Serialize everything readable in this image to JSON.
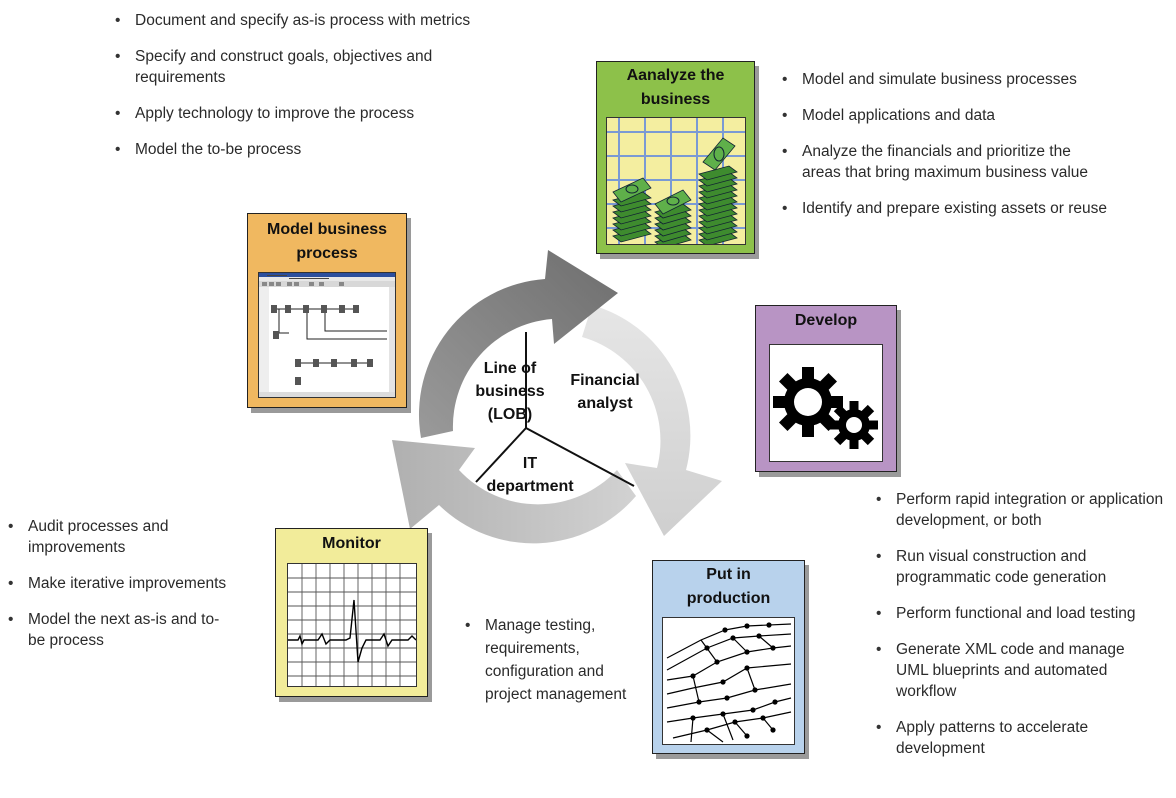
{
  "stages": {
    "analyze": {
      "title_line1": "Aanalyze the",
      "title_line2": "business",
      "bullets": [
        "Model and simulate business processes",
        "Model applications and data",
        "Analyze the financials and prioritize the areas that bring maximum business value",
        "Identify and prepare existing assets or reuse"
      ],
      "color": "#8dc14a"
    },
    "model": {
      "title_line1": "Model business",
      "title_line2": "process",
      "bullets": [
        "Document and specify as-is process with metrics",
        "Specify and construct goals, objectives and requirements",
        "Apply technology to improve the process",
        "Model the to-be process"
      ],
      "color": "#f0b860"
    },
    "develop": {
      "title": "Develop",
      "bullets": [
        "Perform rapid integration or application development, or both",
        "Run visual construction and programmatic code generation",
        "Perform functional and load testing",
        "Generate XML code and manage UML blueprints and automated workflow",
        "Apply patterns to accelerate development"
      ],
      "color": "#b894c4"
    },
    "production": {
      "title_line1": "Put in",
      "title_line2": "production",
      "bullets": [
        "Manage testing, requirements, configuration and project management"
      ],
      "color": "#b8d2ec"
    },
    "monitor": {
      "title": "Monitor",
      "bullets": [
        "Audit processes and improvements",
        "Make iterative improvements",
        "Model the next as-is and to-be process"
      ],
      "color": "#f2ec9a"
    }
  },
  "center": {
    "lob": [
      "Line of",
      "business",
      "(LOB)"
    ],
    "financial": [
      "Financial",
      "analyst"
    ],
    "it": [
      "IT",
      "department"
    ]
  }
}
